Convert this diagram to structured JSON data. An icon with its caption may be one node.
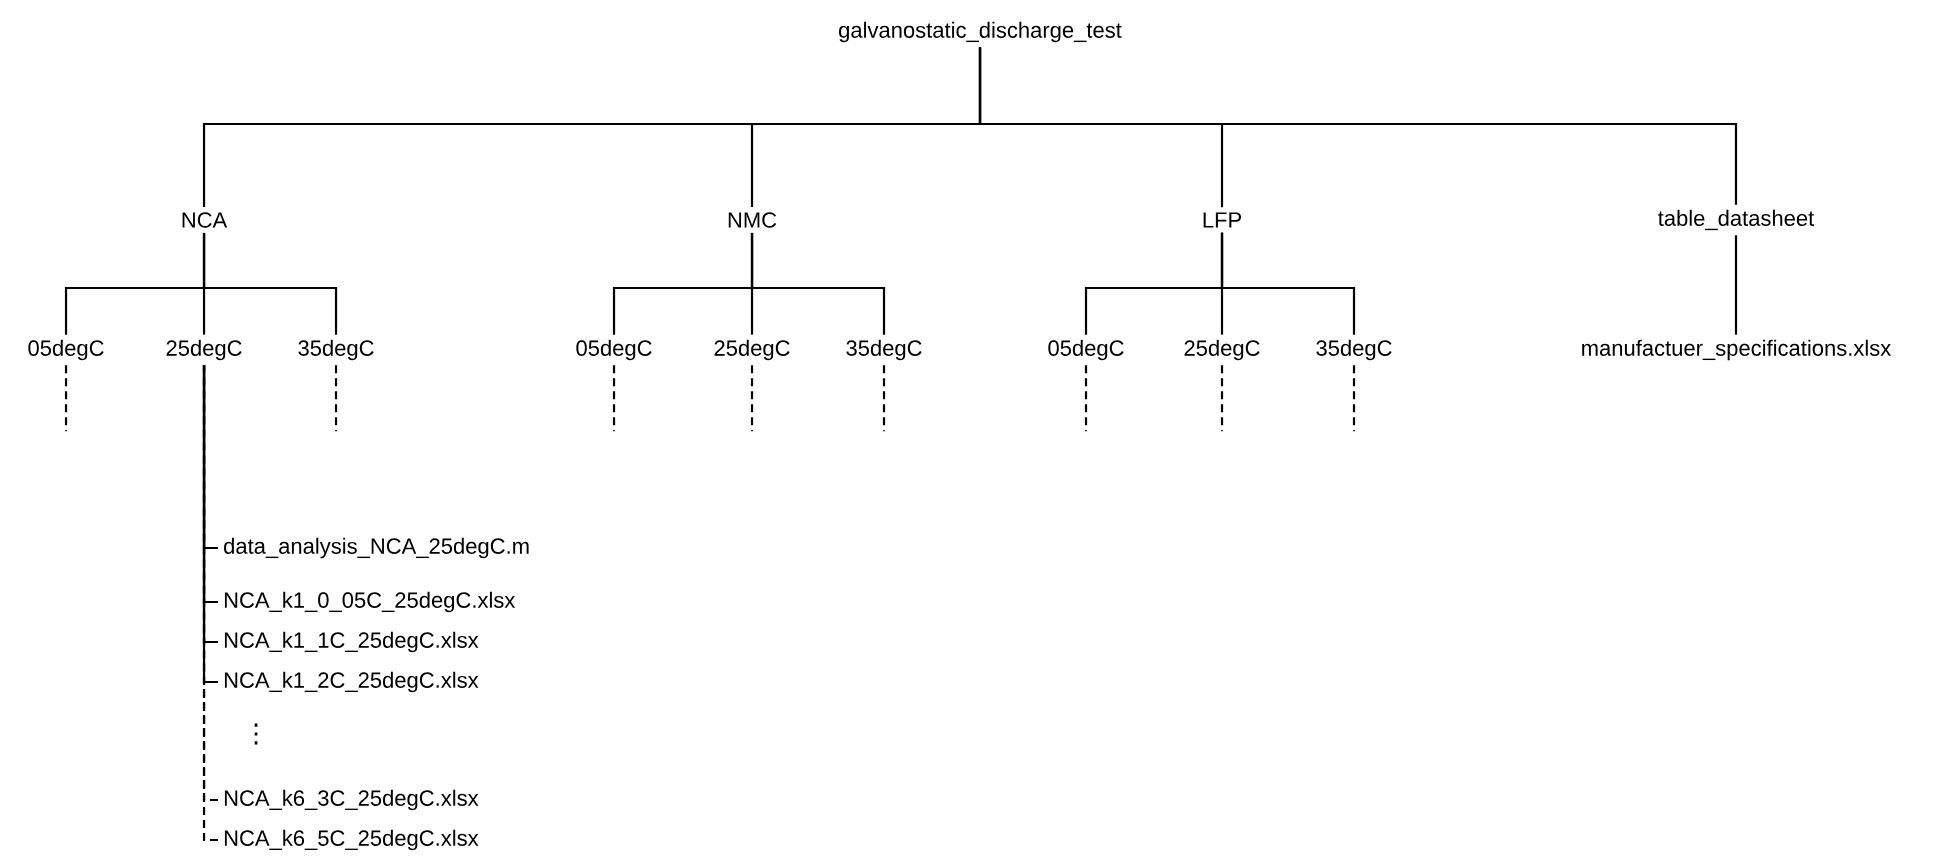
{
  "diagram": {
    "nodes": [
      {
        "text": [
          "galvanostatic_discharge_test"
        ]
      },
      {
        "text": [
          "NCA"
        ]
      },
      {
        "text": [
          "NMC"
        ]
      },
      {
        "text": [
          "LFP"
        ]
      },
      {
        "text": [
          "table_datasheet"
        ]
      },
      {
        "text": [
          "05degC"
        ]
      },
      {
        "text": [
          "25degC"
        ]
      },
      {
        "text": [
          "35degC"
        ]
      },
      {
        "text": [
          "05degC"
        ]
      },
      {
        "text": [
          "25degC"
        ]
      },
      {
        "text": [
          "35degC"
        ]
      },
      {
        "text": [
          "05degC"
        ]
      },
      {
        "text": [
          "25degC"
        ]
      },
      {
        "text": [
          "35degC"
        ]
      },
      {
        "text": [
          "manufactuer_specifications.xlsx"
        ]
      },
      {
        "text": [
          "data_analysis_NCA_25degC.m"
        ]
      },
      {
        "text": [
          "NCA_k1_0_05C_25degC.xlsx"
        ]
      },
      {
        "text": [
          "NCA_k1_1C_25degC.xlsx"
        ]
      },
      {
        "text": [
          "NCA_k1_2C_25degC.xlsx"
        ]
      },
      {
        "text": [
          "NCA_k6_3C_25degC.xlsx"
        ]
      },
      {
        "text": [
          "NCA_k6_5C_25degC.xlsx"
        ]
      }
    ],
    "edges": [
      {
        "from": 0,
        "to": 1,
        "arrow": "none"
      },
      {
        "from": 0,
        "to": 2,
        "arrow": "none"
      },
      {
        "from": 0,
        "to": 3,
        "arrow": "none"
      },
      {
        "from": 0,
        "to": 4,
        "arrow": "none"
      },
      {
        "from": 1,
        "to": 5,
        "arrow": "none"
      },
      {
        "from": 1,
        "to": 6,
        "arrow": "none"
      },
      {
        "from": 1,
        "to": 7,
        "arrow": "none"
      },
      {
        "from": 2,
        "to": 8,
        "arrow": "none"
      },
      {
        "from": 2,
        "to": 9,
        "arrow": "none"
      },
      {
        "from": 2,
        "to": 10,
        "arrow": "none"
      },
      {
        "from": 3,
        "to": 11,
        "arrow": "none"
      },
      {
        "from": 3,
        "to": 12,
        "arrow": "none"
      },
      {
        "from": 3,
        "to": 13,
        "arrow": "none"
      },
      {
        "from": 4,
        "to": 14,
        "arrow": "none"
      },
      {
        "from": 5,
        "to": null,
        "arrow": "none",
        "style": "dashed"
      },
      {
        "from": 7,
        "to": null,
        "arrow": "none",
        "style": "dashed"
      },
      {
        "from": 8,
        "to": null,
        "arrow": "none",
        "style": "dashed"
      },
      {
        "from": 9,
        "to": null,
        "arrow": "none",
        "style": "dashed"
      },
      {
        "from": 10,
        "to": null,
        "arrow": "none",
        "style": "dashed"
      },
      {
        "from": 11,
        "to": null,
        "arrow": "none",
        "style": "dashed"
      },
      {
        "from": 12,
        "to": null,
        "arrow": "none",
        "style": "dashed"
      },
      {
        "from": 13,
        "to": null,
        "arrow": "none",
        "style": "dashed"
      },
      {
        "from": 6,
        "to": 15,
        "arrow": "none"
      },
      {
        "from": 6,
        "to": 16,
        "arrow": "none"
      },
      {
        "from": 6,
        "to": 17,
        "arrow": "none"
      },
      {
        "from": 6,
        "to": 18,
        "arrow": "none"
      },
      {
        "from": 6,
        "to": 19,
        "arrow": "none",
        "style": "dashed"
      },
      {
        "from": 6,
        "to": 20,
        "arrow": "none",
        "style": "dashed"
      }
    ],
    "labels": [
      "⋮"
    ]
  }
}
